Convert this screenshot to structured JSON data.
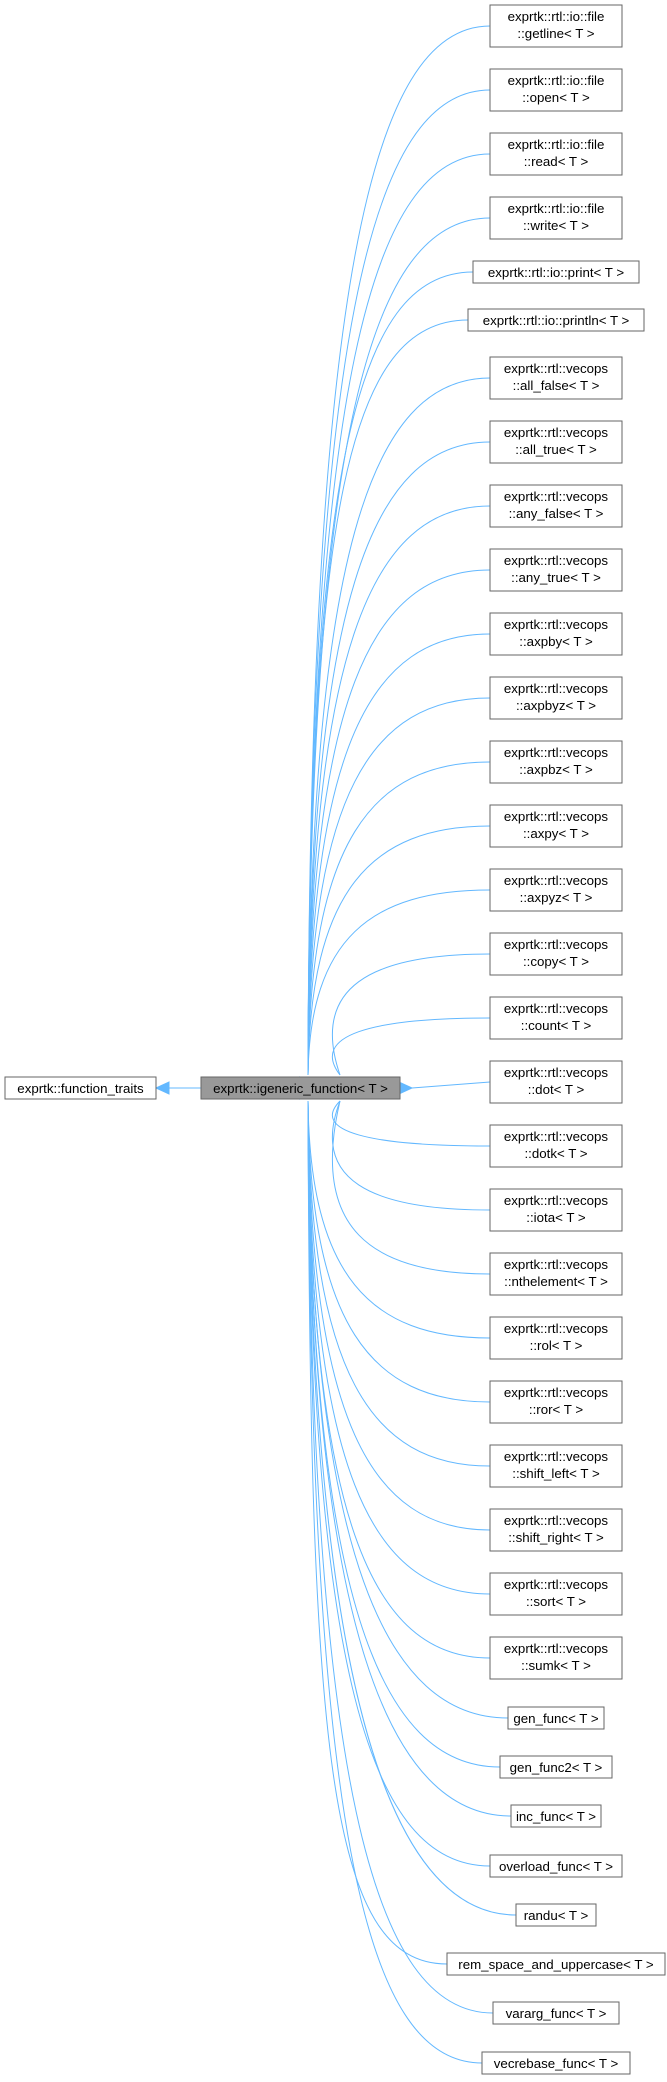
{
  "colors": {
    "edge": "#63b8ff",
    "node_border": "#666666",
    "base_node_fill": "#999999",
    "node_fill": "#ffffff"
  },
  "root": {
    "label": "exprtk::function_traits"
  },
  "base": {
    "label": "exprtk::igeneric_function< T >"
  },
  "children": [
    {
      "lines": [
        "exprtk::rtl::io::file",
        "::getline< T >"
      ]
    },
    {
      "lines": [
        "exprtk::rtl::io::file",
        "::open< T >"
      ]
    },
    {
      "lines": [
        "exprtk::rtl::io::file",
        "::read< T >"
      ]
    },
    {
      "lines": [
        "exprtk::rtl::io::file",
        "::write< T >"
      ]
    },
    {
      "lines": [
        "exprtk::rtl::io::print< T >"
      ]
    },
    {
      "lines": [
        "exprtk::rtl::io::println< T >"
      ]
    },
    {
      "lines": [
        "exprtk::rtl::vecops",
        "::all_false< T >"
      ]
    },
    {
      "lines": [
        "exprtk::rtl::vecops",
        "::all_true< T >"
      ]
    },
    {
      "lines": [
        "exprtk::rtl::vecops",
        "::any_false< T >"
      ]
    },
    {
      "lines": [
        "exprtk::rtl::vecops",
        "::any_true< T >"
      ]
    },
    {
      "lines": [
        "exprtk::rtl::vecops",
        "::axpby< T >"
      ]
    },
    {
      "lines": [
        "exprtk::rtl::vecops",
        "::axpbyz< T >"
      ]
    },
    {
      "lines": [
        "exprtk::rtl::vecops",
        "::axpbz< T >"
      ]
    },
    {
      "lines": [
        "exprtk::rtl::vecops",
        "::axpy< T >"
      ]
    },
    {
      "lines": [
        "exprtk::rtl::vecops",
        "::axpyz< T >"
      ]
    },
    {
      "lines": [
        "exprtk::rtl::vecops",
        "::copy< T >"
      ]
    },
    {
      "lines": [
        "exprtk::rtl::vecops",
        "::count< T >"
      ]
    },
    {
      "lines": [
        "exprtk::rtl::vecops",
        "::dot< T >"
      ]
    },
    {
      "lines": [
        "exprtk::rtl::vecops",
        "::dotk< T >"
      ]
    },
    {
      "lines": [
        "exprtk::rtl::vecops",
        "::iota< T >"
      ]
    },
    {
      "lines": [
        "exprtk::rtl::vecops",
        "::nthelement< T >"
      ]
    },
    {
      "lines": [
        "exprtk::rtl::vecops",
        "::rol< T >"
      ]
    },
    {
      "lines": [
        "exprtk::rtl::vecops",
        "::ror< T >"
      ]
    },
    {
      "lines": [
        "exprtk::rtl::vecops",
        "::shift_left< T >"
      ]
    },
    {
      "lines": [
        "exprtk::rtl::vecops",
        "::shift_right< T >"
      ]
    },
    {
      "lines": [
        "exprtk::rtl::vecops",
        "::sort< T >"
      ]
    },
    {
      "lines": [
        "exprtk::rtl::vecops",
        "::sumk< T >"
      ]
    },
    {
      "lines": [
        "gen_func< T >"
      ]
    },
    {
      "lines": [
        "gen_func2< T >"
      ]
    },
    {
      "lines": [
        "inc_func< T >"
      ]
    },
    {
      "lines": [
        "overload_func< T >"
      ]
    },
    {
      "lines": [
        "randu< T >"
      ]
    },
    {
      "lines": [
        "rem_space_and_uppercase< T >"
      ]
    },
    {
      "lines": [
        "vararg_func< T >"
      ]
    },
    {
      "lines": [
        "vecrebase_func< T >"
      ]
    }
  ]
}
